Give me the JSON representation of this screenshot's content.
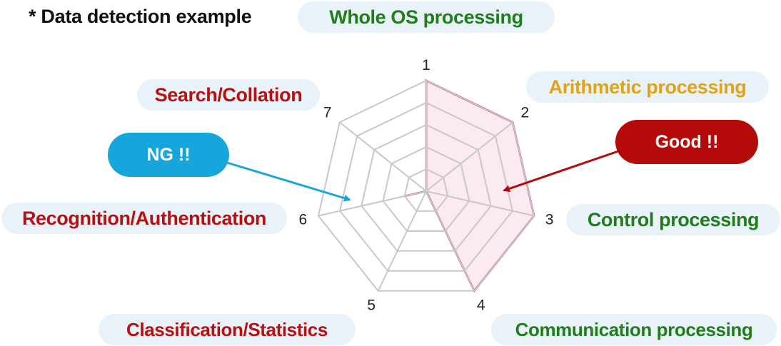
{
  "heading": "* Data detection example",
  "categories": [
    {
      "text": "Whole OS processing",
      "color": "#1f7d1a"
    },
    {
      "text": "Arithmetic processing",
      "color": "#e0a414"
    },
    {
      "text": "Control processing",
      "color": "#1f7d1a"
    },
    {
      "text": "Communication processing",
      "color": "#1f7d1a"
    },
    {
      "text": "Classification/Statistics",
      "color": "#b81010"
    },
    {
      "text": "Recognition/Authentication",
      "color": "#b81010"
    },
    {
      "text": "Search/Collation",
      "color": "#b81010"
    }
  ],
  "badges": {
    "ng": {
      "text": "NG !!",
      "color": "#17a6dc"
    },
    "good": {
      "text": "Good !!",
      "color": "#b50a0a"
    }
  },
  "chart_data": {
    "type": "radar",
    "axes": [
      "1",
      "2",
      "3",
      "4",
      "5",
      "6",
      "7"
    ],
    "rings": 5,
    "range": [
      0,
      5
    ],
    "series": [
      {
        "values": [
          5,
          5,
          5,
          5,
          0,
          1,
          0
        ],
        "color": "#c00f1e",
        "fill": "#fbe3ec"
      }
    ],
    "grid_color": "#c8c8c8"
  }
}
